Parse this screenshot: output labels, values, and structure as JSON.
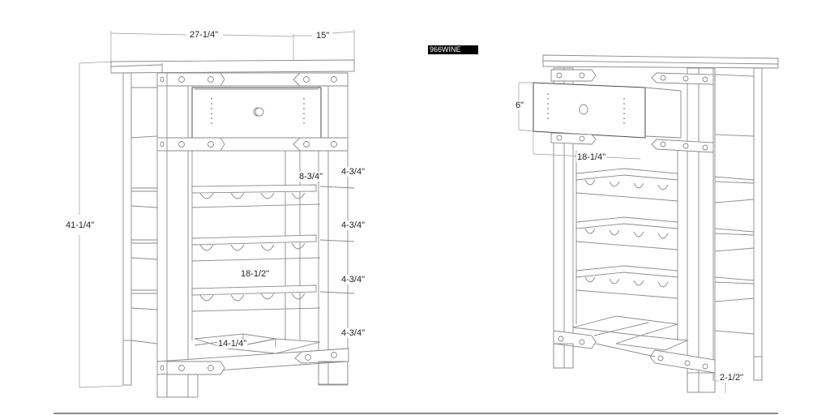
{
  "title_badge": "966WINE",
  "front_view": {
    "dimensions": {
      "width": "27-1/4\"",
      "depth": "15\"",
      "height": "41-1/4\"",
      "rack_depth": "8-3/4\"",
      "shelf_spacing": [
        "4-3/4\"",
        "4-3/4\"",
        "4-3/4\"",
        "4-3/4\""
      ],
      "inner_width": "18-1/2\"",
      "bottom_shelf_depth": "14-1/4\""
    },
    "wine_racks": 3,
    "bottles_per_rack": 4
  },
  "side_view": {
    "dimensions": {
      "drawer_height": "6\"",
      "drawer_width": "18-1/4\"",
      "leg_height": "2-1/2\""
    },
    "wine_racks": 3,
    "bottles_per_rack": 4,
    "drawer_state": "open"
  }
}
